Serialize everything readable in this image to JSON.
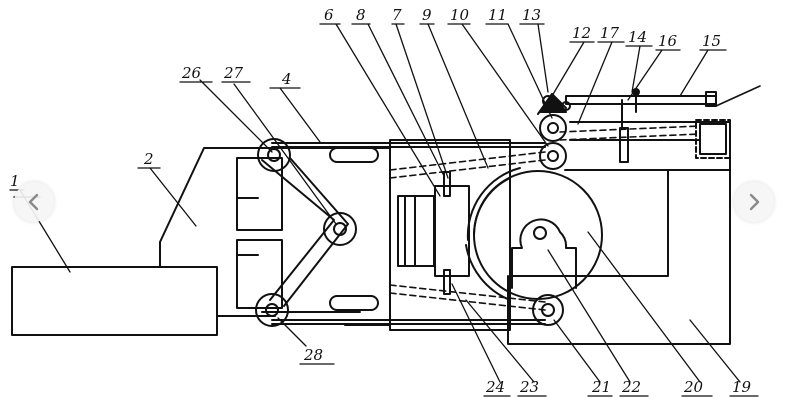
{
  "viewer": {
    "prev_icon": "chevron-left-icon",
    "next_icon": "chevron-right-icon",
    "nav_color": "#8a8a8a"
  },
  "diagram": {
    "labels": [
      {
        "id": "1",
        "text": "1"
      },
      {
        "id": "2",
        "text": "2"
      },
      {
        "id": "4",
        "text": "4"
      },
      {
        "id": "6",
        "text": "6"
      },
      {
        "id": "7",
        "text": "7"
      },
      {
        "id": "8",
        "text": "8"
      },
      {
        "id": "9",
        "text": "9"
      },
      {
        "id": "10",
        "text": "10"
      },
      {
        "id": "11",
        "text": "11"
      },
      {
        "id": "12",
        "text": "12"
      },
      {
        "id": "13",
        "text": "13"
      },
      {
        "id": "14",
        "text": "14"
      },
      {
        "id": "15",
        "text": "15"
      },
      {
        "id": "16",
        "text": "16"
      },
      {
        "id": "17",
        "text": "17"
      },
      {
        "id": "19",
        "text": "19"
      },
      {
        "id": "20",
        "text": "20"
      },
      {
        "id": "21",
        "text": "21"
      },
      {
        "id": "22",
        "text": "22"
      },
      {
        "id": "23",
        "text": "23"
      },
      {
        "id": "24",
        "text": "24"
      },
      {
        "id": "26",
        "text": "26"
      },
      {
        "id": "27",
        "text": "27"
      },
      {
        "id": "28",
        "text": "28"
      }
    ]
  }
}
